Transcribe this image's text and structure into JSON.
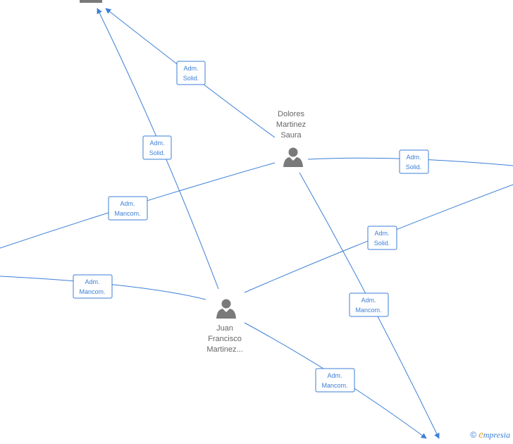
{
  "nodes": {
    "dolores": {
      "name_lines": [
        "Dolores",
        "Martinez",
        "Saura"
      ]
    },
    "juan": {
      "name_lines": [
        "Juan",
        "Francisco",
        "Martinez..."
      ]
    }
  },
  "edges": [
    {
      "id": "e1",
      "label_lines": [
        "Adm.",
        "Solid."
      ]
    },
    {
      "id": "e2",
      "label_lines": [
        "Adm.",
        "Solid."
      ]
    },
    {
      "id": "e3",
      "label_lines": [
        "Adm.",
        "Solid."
      ]
    },
    {
      "id": "e4",
      "label_lines": [
        "Adm.",
        "Mancom."
      ]
    },
    {
      "id": "e5",
      "label_lines": [
        "Adm.",
        "Solid."
      ]
    },
    {
      "id": "e6",
      "label_lines": [
        "Adm.",
        "Mancom."
      ]
    },
    {
      "id": "e7",
      "label_lines": [
        "Adm.",
        "Mancom."
      ]
    },
    {
      "id": "e8",
      "label_lines": [
        "Adm.",
        "Mancom."
      ]
    }
  ],
  "footer": {
    "copyright": "©",
    "brand_first": "e",
    "brand_rest": "mpresia"
  },
  "colors": {
    "edge": "#3d7fd6",
    "icon": "#7a7a7a",
    "brand_accent": "#e8a020"
  }
}
